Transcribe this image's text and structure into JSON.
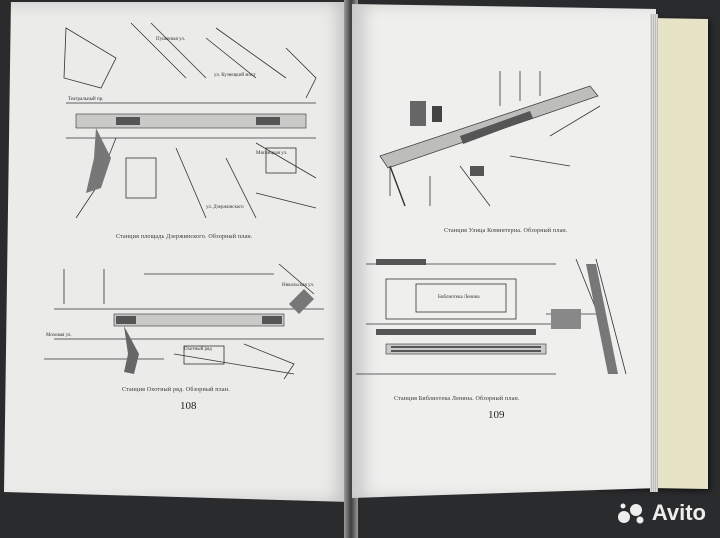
{
  "left_page": {
    "top_caption": "Станция площадь Дзержинского. Обзорный план.",
    "bottom_caption": "Станция Охотный ряд. Обзорный план.",
    "page_number": "108",
    "map_labels": [
      "Пушечная ул.",
      "ул. Кузнецкий мост",
      "Театральный пр.",
      "Мясницкая ул.",
      "ул. Дзержинского",
      "Никольская ул.",
      "Моховая ул.",
      "Охотный ряд"
    ]
  },
  "right_page": {
    "top_caption": "Станция Улица Коминтерна. Обзорный план.",
    "bottom_caption": "Станция Библиотека Ленина. Обзорный план.",
    "page_number": "109",
    "map_labels": [
      "Библиотека Ленина"
    ]
  },
  "watermark": "Avito",
  "colors": {
    "paper": "#ebebea",
    "background": "#2a2b2d",
    "cover": "#e7e3c6"
  }
}
